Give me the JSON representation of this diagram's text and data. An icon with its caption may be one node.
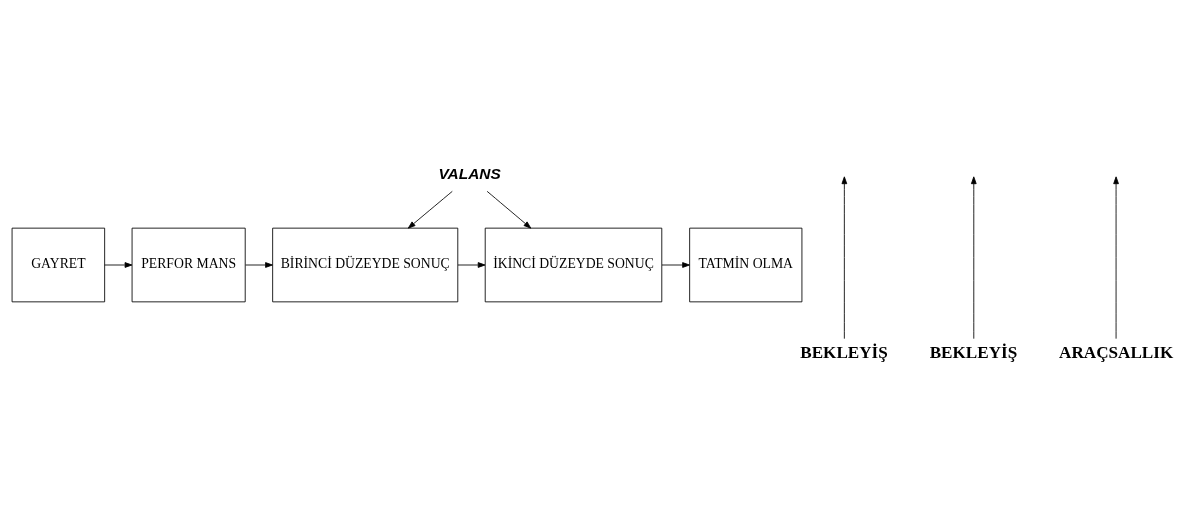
{
  "diagram": {
    "nodes": [
      {
        "text": [
          "GAYRET"
        ]
      },
      {
        "text": [
          "PERFOR MANS"
        ]
      },
      {
        "text": [
          "BİRİNCİ DÜZEYDE SONUÇ"
        ]
      },
      {
        "text": [
          "İKİNCİ DÜZEYDE SONUÇ"
        ]
      },
      {
        "text": [
          "TATMİN OLMA"
        ]
      },
      {
        "text": [
          "VALANS"
        ]
      },
      {
        "text": [
          "BEKLEYİŞ"
        ]
      },
      {
        "text": [
          "BEKLEYİŞ"
        ]
      },
      {
        "text": [
          "ARAÇSALLIK"
        ]
      }
    ],
    "edges": [
      {
        "from": 0,
        "to": 1,
        "arrow": "to"
      },
      {
        "from": 1,
        "to": 2,
        "arrow": "to"
      },
      {
        "from": 2,
        "to": 3,
        "arrow": "to"
      },
      {
        "from": 3,
        "to": 4,
        "arrow": "to"
      },
      {
        "from": 5,
        "to": 2,
        "arrow": "to"
      },
      {
        "from": 5,
        "to": 3,
        "arrow": "to"
      },
      {
        "from": 6,
        "to": null,
        "arrow": "to"
      },
      {
        "from": 7,
        "to": null,
        "arrow": "to"
      },
      {
        "from": 8,
        "to": null,
        "arrow": "to"
      }
    ]
  }
}
